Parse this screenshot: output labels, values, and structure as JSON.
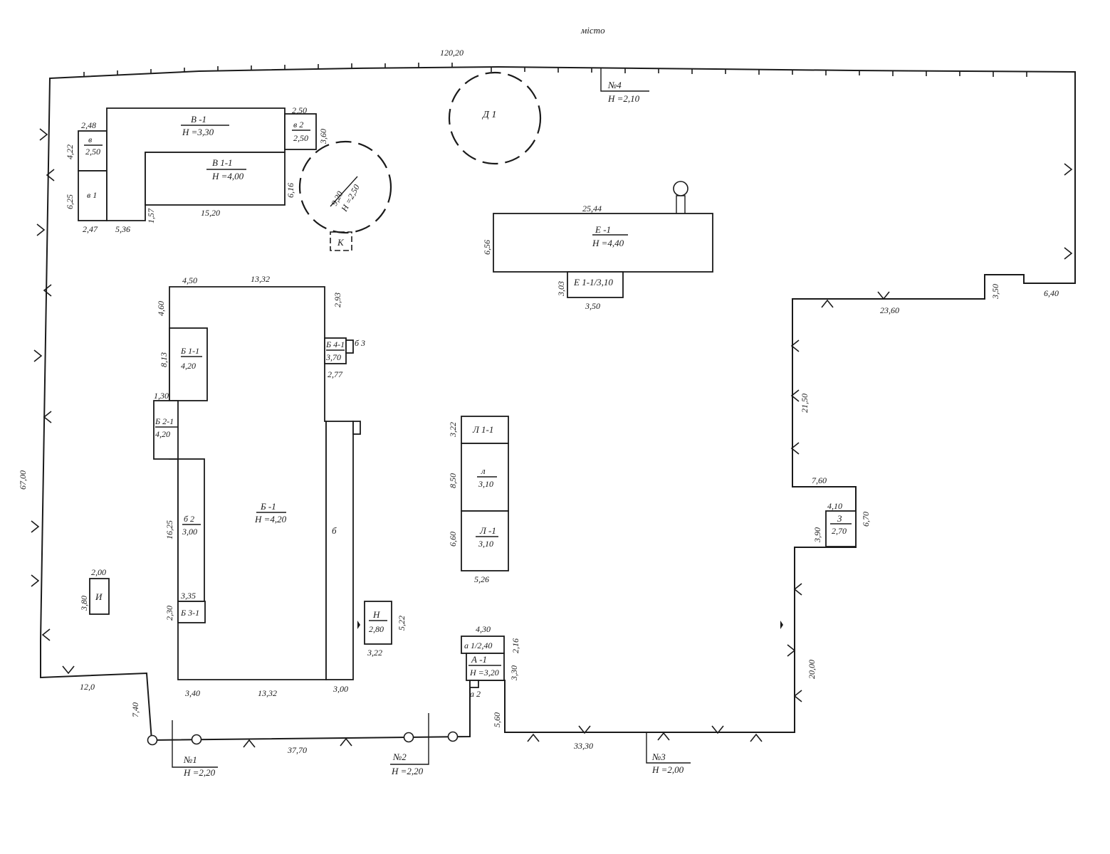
{
  "street": "місто",
  "outer_dims": {
    "top": "120,20",
    "left": "67,00",
    "bottom_left": "12,0",
    "bottom_left_step": "7,40",
    "bottom_mid": "37,70",
    "bottom_step": "5,60",
    "bottom_right": "33,30",
    "right_lower": "20,00",
    "right_notch_v": "21,50",
    "right_notch_h": "7,60",
    "right_inner": "23,60",
    "right_step_v": "3,50",
    "right_step_h": "6,40"
  },
  "buildings": {
    "V1": {
      "name": "В -1",
      "height": "Н =3,30"
    },
    "V1_1": {
      "name": "В 1-1",
      "height": "Н =4,00"
    },
    "v_small": {
      "name": "в",
      "height": "2,50"
    },
    "v1": {
      "name": "в 1"
    },
    "v2": {
      "name": "в 2",
      "height": "2,50"
    },
    "D1": {
      "name": "Д 1"
    },
    "tank": {
      "diam": "9,20",
      "height": "Н =2,50"
    },
    "K": {
      "name": "К"
    },
    "E1": {
      "name": "Е -1",
      "height": "Н =4,40"
    },
    "E1_1": {
      "name": "Е 1-1/3,10"
    },
    "B1": {
      "name": "Б -1",
      "height": "Н =4,20"
    },
    "B1_1": {
      "name": "Б 1-1",
      "height": "4,20"
    },
    "B2_1": {
      "name": "Б 2-1",
      "height": "4,20"
    },
    "b2": {
      "name": "б 2",
      "height": "3,00"
    },
    "B3_1": {
      "name": "Б 3-1"
    },
    "B4_1": {
      "name": "Б 4-1",
      "height": "3,70"
    },
    "b3": {
      "name": "б 3"
    },
    "b": {
      "name": "б"
    },
    "L1_1": {
      "name": "Л 1-1"
    },
    "l": {
      "name": "л",
      "height": "3,10"
    },
    "L1": {
      "name": "Л -1",
      "height": "3,10"
    },
    "N": {
      "name": "Н",
      "height": "2,80"
    },
    "I": {
      "name": "И"
    },
    "A1": {
      "name": "А -1",
      "height": "Н =3,20"
    },
    "a1": {
      "name": "а 1/2,40"
    },
    "a2": {
      "name": "а 2"
    },
    "Z": {
      "name": "3",
      "height": "2,70"
    }
  },
  "gates": {
    "g1": {
      "name": "№1",
      "height": "Н =2,20"
    },
    "g2": {
      "name": "№2",
      "height": "Н =2,20"
    },
    "g3": {
      "name": "№3",
      "height": "Н =2,00"
    },
    "g4": {
      "name": "№4",
      "height": "Н =2,10"
    }
  },
  "dims": {
    "v_248": "2,48",
    "v_422": "4,22",
    "v_625": "6,25",
    "v_247": "2,47",
    "v_536": "5,36",
    "v_157": "1,57",
    "v_1520": "15,20",
    "v_616": "6,16",
    "v_250": "2,50",
    "v_360": "3,60",
    "e_2544": "25,44",
    "e_656": "6,56",
    "e_303": "3,03",
    "e_350": "3,50",
    "b_450": "4,50",
    "b_1332t": "13,32",
    "b_293": "2,93",
    "b_460": "4,60",
    "b_813": "8,13",
    "b_130": "1,30",
    "b_1625": "16,25",
    "b_335": "3,35",
    "b_230": "2,30",
    "b_277": "2,77",
    "b_340": "3,40",
    "b_1332b": "13,32",
    "b_300": "3,00",
    "l_322": "3,22",
    "l_850": "8,50",
    "l_660": "6,60",
    "l_526": "5,26",
    "n_522": "5,22",
    "n_322": "3,22",
    "i_200": "2,00",
    "i_380": "3,80",
    "a_430": "4,30",
    "a_216": "2,16",
    "a_330": "3,30",
    "z_410": "4,10",
    "z_670": "6,70",
    "z_390": "3,90"
  }
}
